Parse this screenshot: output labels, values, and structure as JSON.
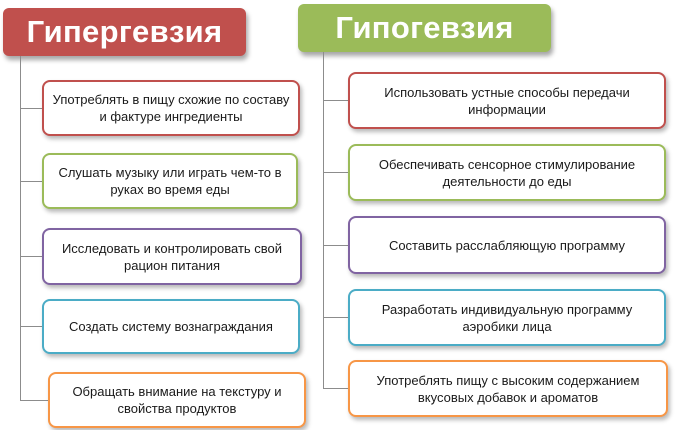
{
  "left": {
    "title": "Гипергевзия",
    "color": "#c0504d",
    "items": [
      {
        "text": "Употреблять в пищу схожие по составу и фактуре ингредиенты",
        "color": "#c0504d"
      },
      {
        "text": "Слушать музыку или играть чем-то в руках во время еды",
        "color": "#9bbb59"
      },
      {
        "text": "Исследовать и контролировать  свой рацион питания",
        "color": "#8064a2"
      },
      {
        "text": "Создать систему вознаграждания",
        "color": "#4bacc6"
      },
      {
        "text": "Обращать внимание на текстуру и свойства продуктов",
        "color": "#f79646"
      }
    ]
  },
  "right": {
    "title": "Гипогевзия",
    "color": "#9bbb59",
    "items": [
      {
        "text": "Использовать устные способы передачи информации",
        "color": "#c0504d"
      },
      {
        "text": "Обеспечивать сенсорное стимулирование деятельности до еды",
        "color": "#9bbb59"
      },
      {
        "text": "Составить расслабляющую программу",
        "color": "#8064a2"
      },
      {
        "text": "Разработать индивидуальную программу аэробики лица",
        "color": "#4bacc6"
      },
      {
        "text": "Употреблять  пищу с высоким содержанием вкусовых добавок и ароматов",
        "color": "#f79646"
      }
    ]
  }
}
